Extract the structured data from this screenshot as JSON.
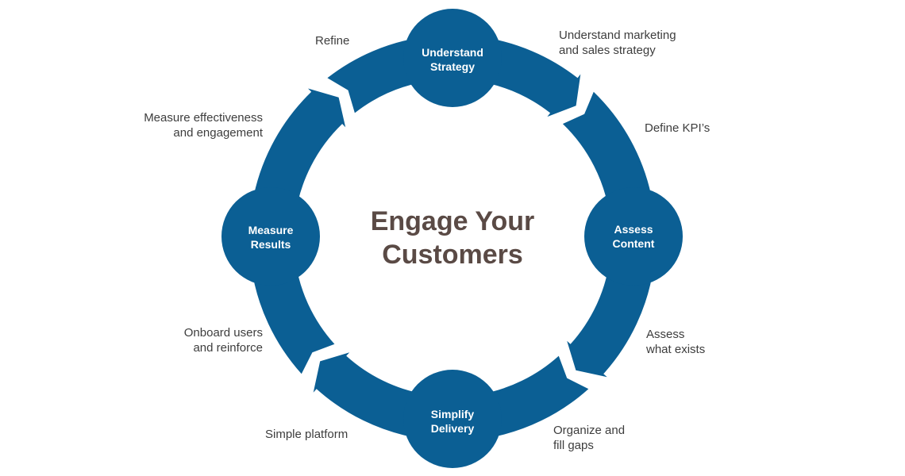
{
  "colors": {
    "accent": "#0b5f94",
    "title": "#5a4a45",
    "annotation": "#3d3d3d"
  },
  "title": {
    "line1": "Engage Your",
    "line2": "Customers"
  },
  "nodes": {
    "understand": {
      "line1": "Understand",
      "line2": "Strategy"
    },
    "assess": {
      "line1": "Assess",
      "line2": "Content"
    },
    "simplify": {
      "line1": "Simplify",
      "line2": "Delivery"
    },
    "measure": {
      "line1": "Measure",
      "line2": "Results"
    }
  },
  "annotations": {
    "refine": "Refine",
    "understand_marketing": {
      "line1": "Understand marketing",
      "line2": "and sales strategy"
    },
    "define_kpis": "Define KPI’s",
    "measure_effectiveness": {
      "line1": "Measure effectiveness",
      "line2": "and  engagement"
    },
    "assess_what_exists": {
      "line1": "Assess",
      "line2": "what exists"
    },
    "onboard_users": {
      "line1": "Onboard users",
      "line2": "and reinforce"
    },
    "organize": {
      "line1": "Organize and",
      "line2": "fill gaps"
    },
    "simple_platform": "Simple platform"
  }
}
